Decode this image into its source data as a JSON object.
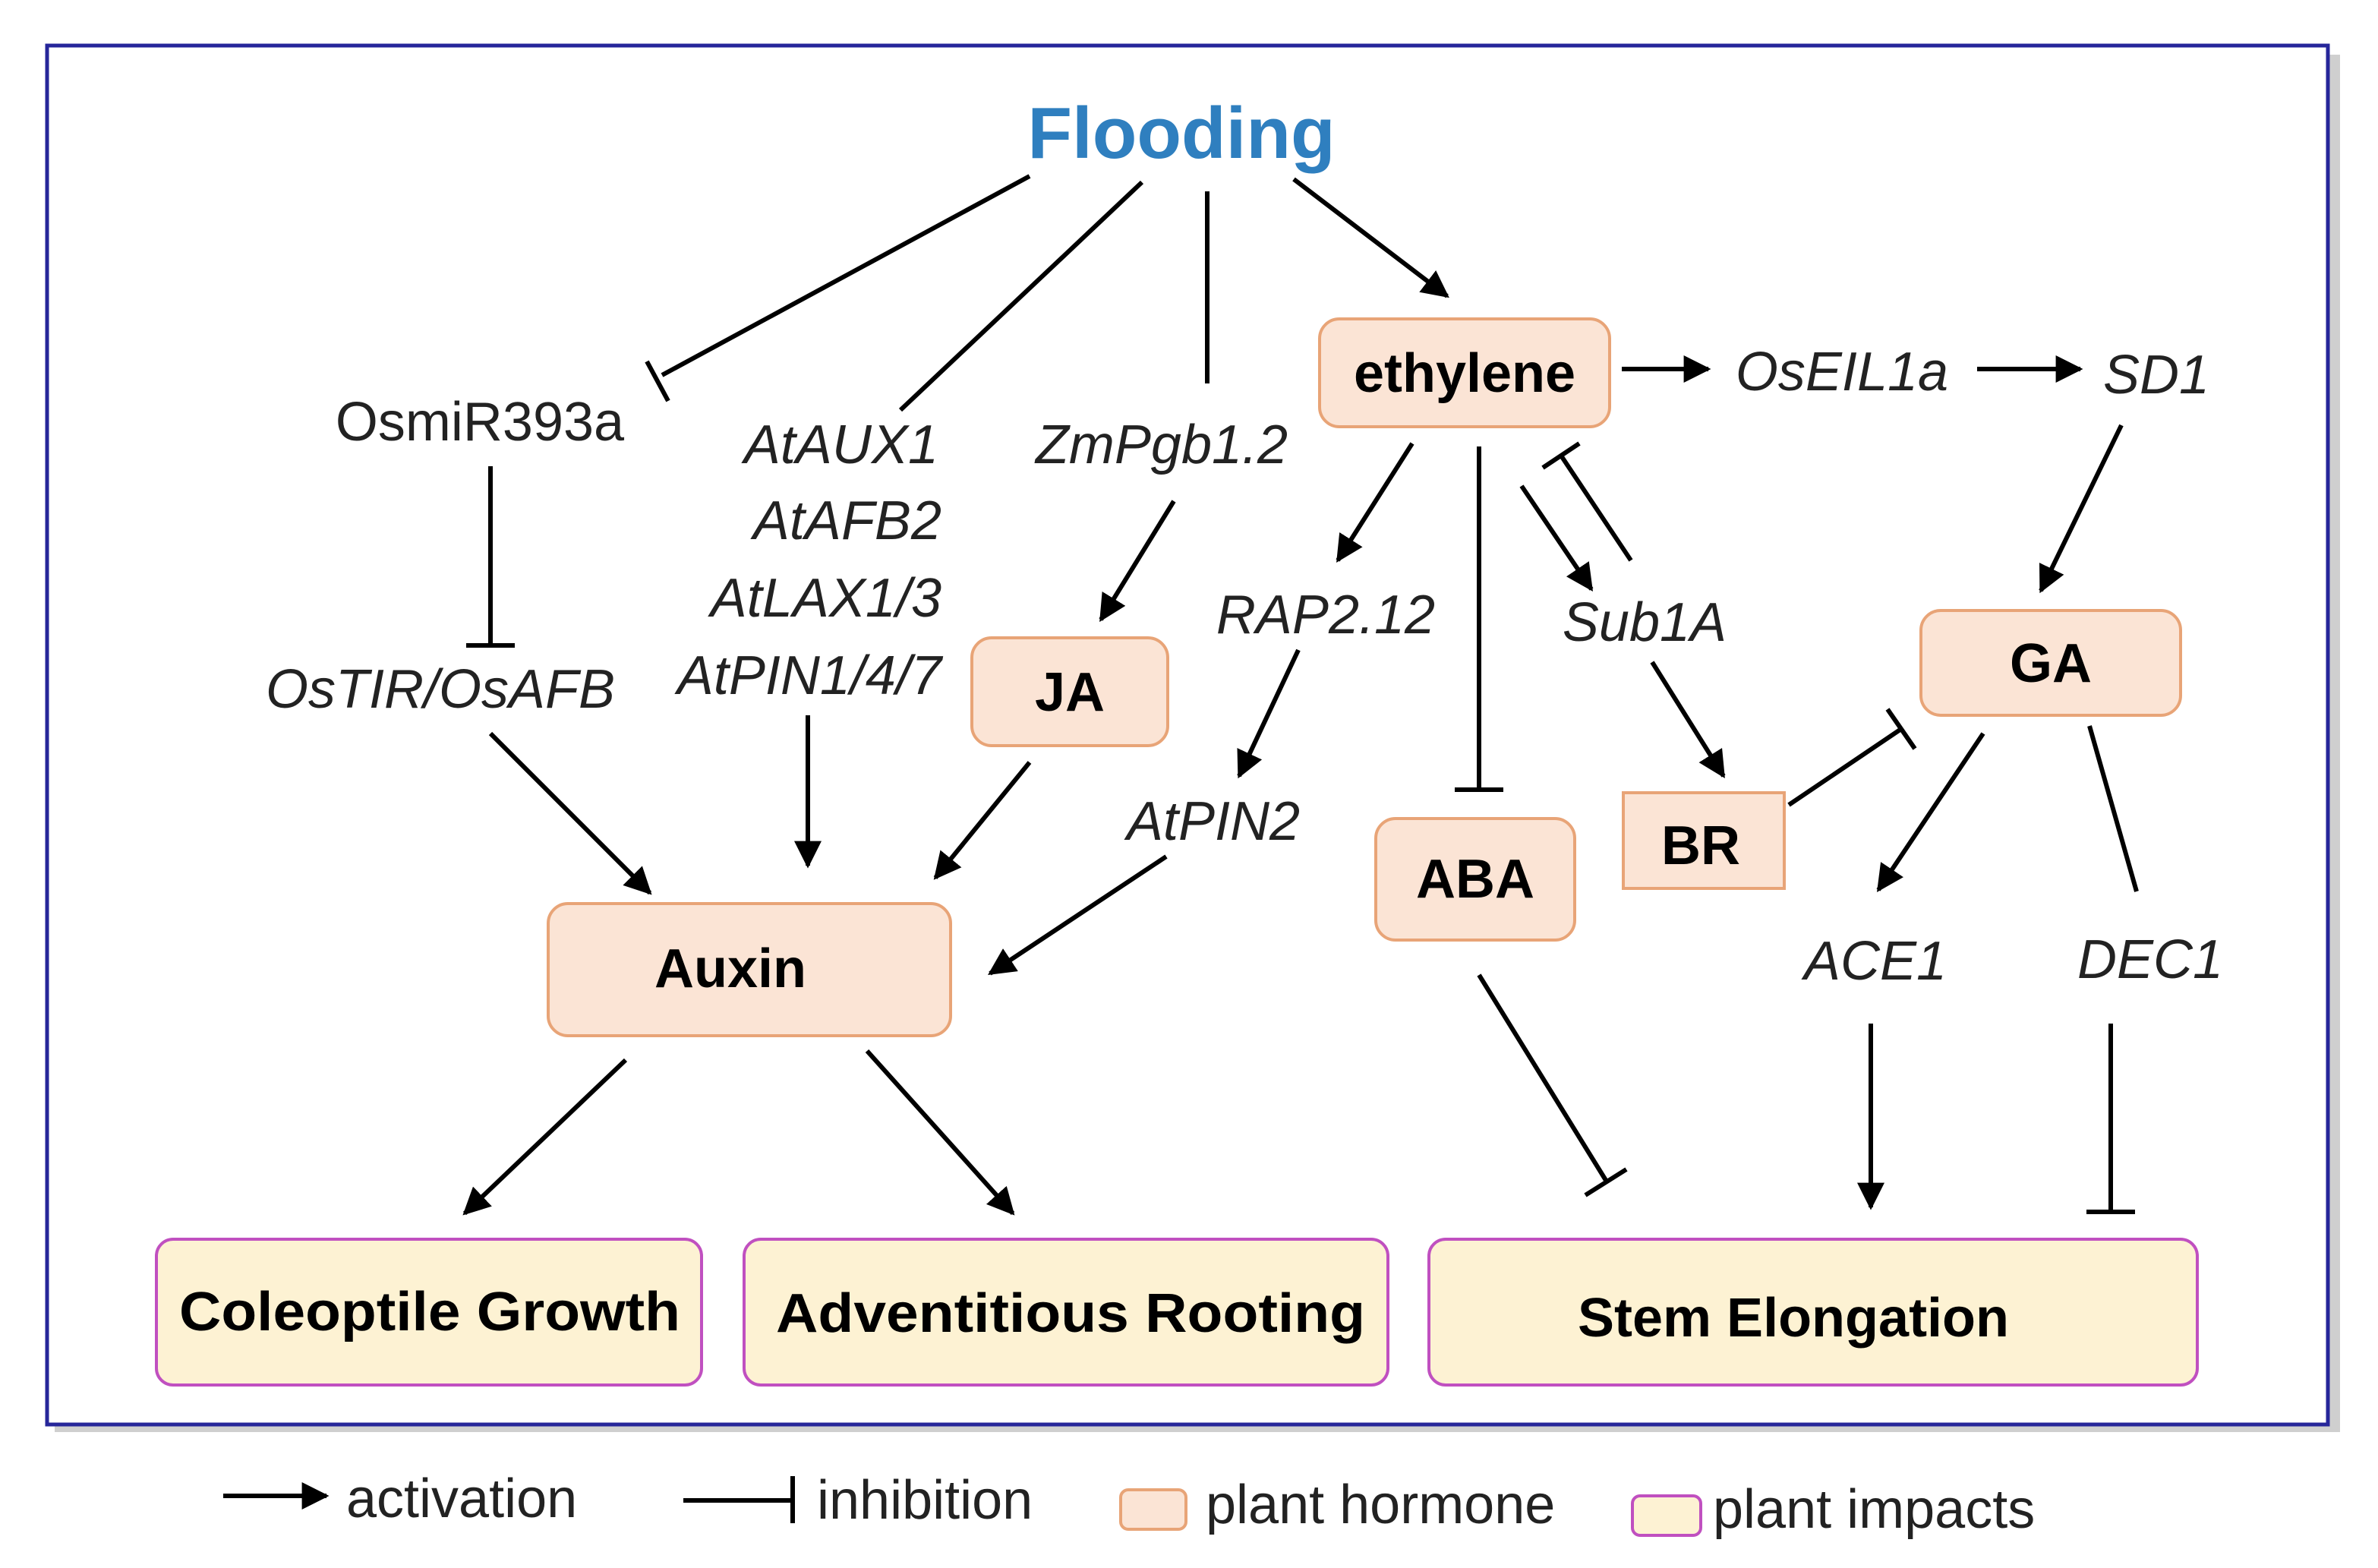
{
  "title": "Flooding",
  "genes": {
    "osmir393a": "OsmiR393a",
    "ostir": "OsTIR/OsAFB",
    "ataux1": "AtAUX1",
    "atafb2": "AtAFB2",
    "atlax": "AtLAX1/3",
    "atpin147": "AtPIN1/4/7",
    "zmpgb": "ZmPgb1.2",
    "rap212": "RAP2.12",
    "atpin2": "AtPIN2",
    "sub1a": "Sub1A",
    "oseil1a": "OsEIL1a",
    "sd1": "SD1",
    "ace1": "ACE1",
    "dec1": "DEC1"
  },
  "hormones": {
    "ethylene": "ethylene",
    "ja": "JA",
    "auxin": "Auxin",
    "aba": "ABA",
    "br": "BR",
    "ga": "GA"
  },
  "impacts": {
    "coleoptile": "Coleoptile Growth",
    "rooting": "Adventitious Rooting",
    "stem": "Stem Elongation"
  },
  "legend": {
    "activation": "activation",
    "inhibition": "inhibition",
    "hormone": "plant hormone",
    "impact": "plant impacts"
  },
  "colors": {
    "title": "#2f7fbf",
    "frame": "#26269a",
    "hormone_fill": "#fbe4d5",
    "hormone_border": "#e8a477",
    "impact_fill": "#fdf2d3",
    "impact_border": "#c050c0"
  }
}
